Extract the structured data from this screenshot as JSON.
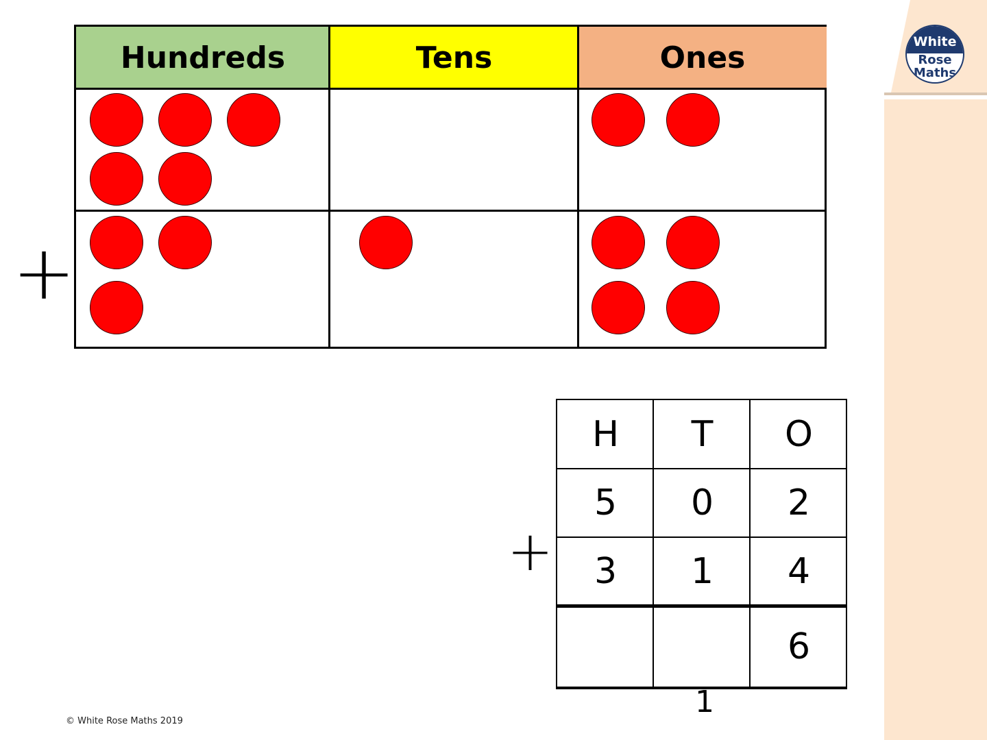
{
  "logo": {
    "line1": "White",
    "line2": "Rose",
    "line3": "Maths"
  },
  "place_value_chart": {
    "headers": [
      {
        "label": "Hundreds",
        "color": "#a9d18e"
      },
      {
        "label": "Tens",
        "color": "#ffff00"
      },
      {
        "label": "Ones",
        "color": "#f4b183"
      }
    ],
    "rows": [
      {
        "sign": "",
        "counts": [
          5,
          0,
          2
        ]
      },
      {
        "sign": "+",
        "counts": [
          3,
          1,
          4
        ]
      }
    ],
    "counter_color": "#ff0000"
  },
  "column_addition": {
    "sign": "+",
    "headers": [
      "H",
      "T",
      "O"
    ],
    "rows": [
      [
        "5",
        "0",
        "2"
      ],
      [
        "3",
        "1",
        "4"
      ]
    ],
    "answer": [
      "",
      "",
      "6"
    ],
    "carry": [
      "",
      "1",
      ""
    ]
  },
  "footer": {
    "copyright": "© White Rose Maths 2019"
  }
}
